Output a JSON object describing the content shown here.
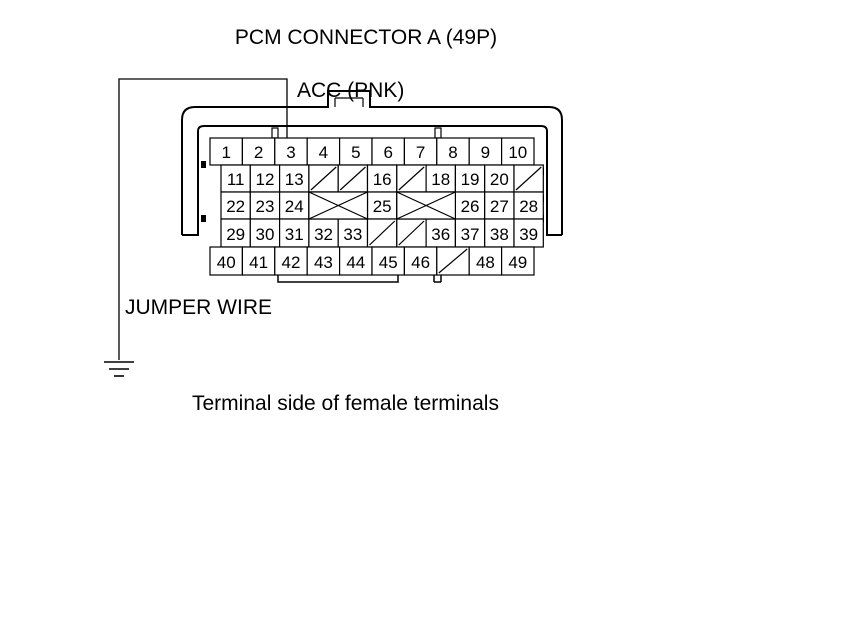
{
  "title": "PCM CONNECTOR A (49P)",
  "labels": {
    "acc": "ACC (PNK)",
    "jumper": "JUMPER WIRE",
    "caption": "Terminal side of female terminals"
  },
  "connector": {
    "rows": [
      [
        "1",
        "2",
        "3",
        "4",
        "5",
        "6",
        "7",
        "8",
        "9",
        "10"
      ],
      [
        "11",
        "12",
        "13",
        "",
        "",
        "16",
        "",
        "18",
        "19",
        "20",
        ""
      ],
      [
        "22",
        "23",
        "24",
        "",
        "",
        "25",
        "",
        "",
        "26",
        "27",
        "28"
      ],
      [
        "29",
        "30",
        "31",
        "32",
        "33",
        "",
        "",
        "36",
        "37",
        "38",
        "39"
      ],
      [
        "40",
        "41",
        "42",
        "43",
        "44",
        "45",
        "46",
        "",
        "48",
        "49"
      ]
    ]
  }
}
